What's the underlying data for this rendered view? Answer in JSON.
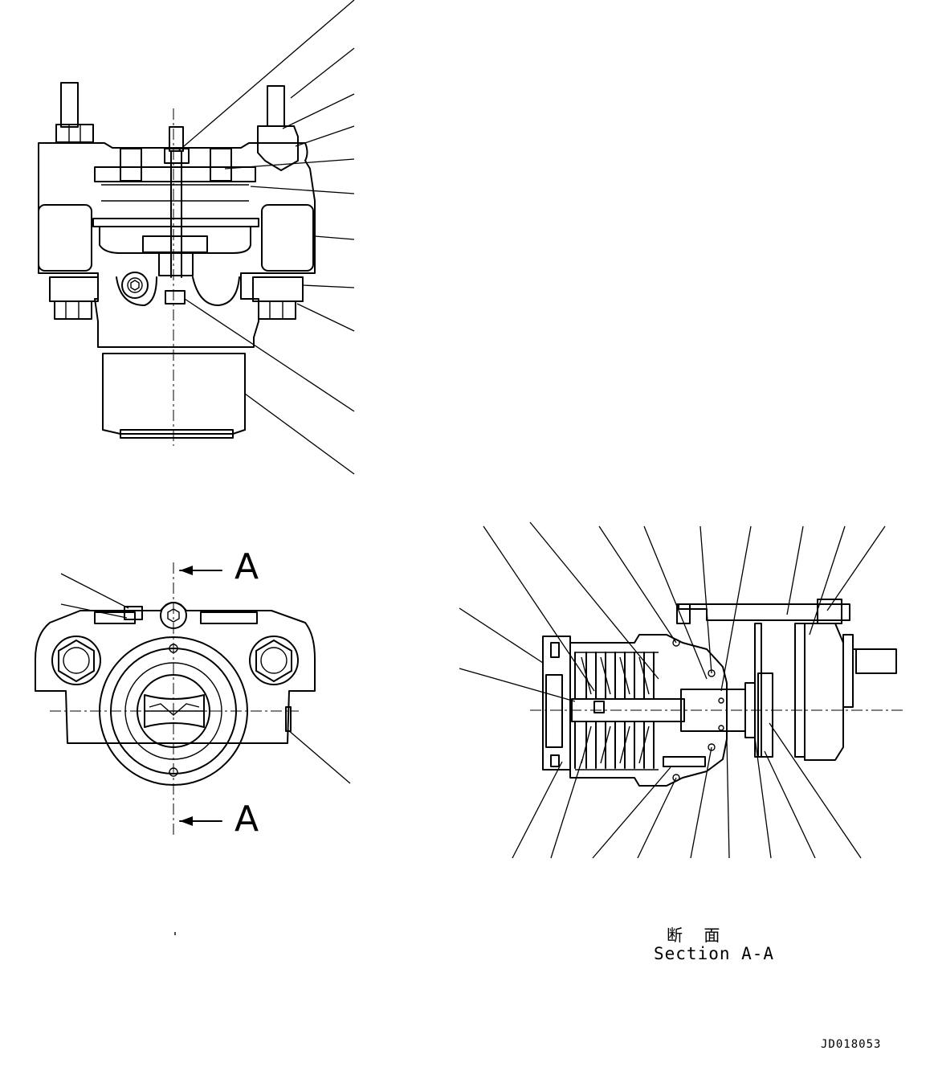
{
  "drawing": {
    "section_mark_top": "A",
    "section_mark_bottom": "A",
    "caption_japanese": "断 面",
    "caption_english": "Section A-A",
    "drawing_code": "JD018053"
  }
}
